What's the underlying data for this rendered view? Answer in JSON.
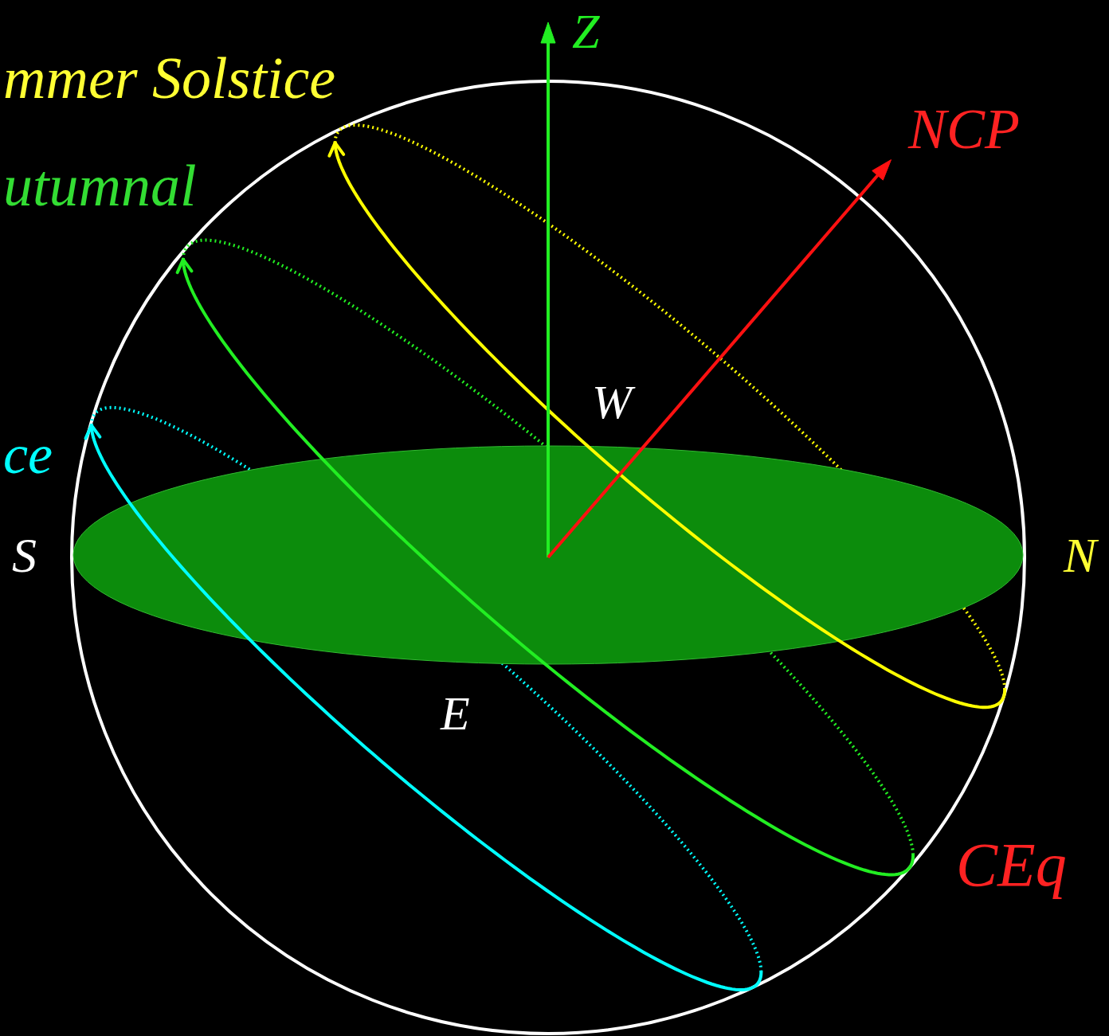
{
  "diagram": {
    "labels": [
      "mmer Solstice",
      "utumnal",
      "ce",
      "Z",
      "NCP",
      "W",
      "S",
      "N",
      "E",
      "CEq"
    ]
  }
}
